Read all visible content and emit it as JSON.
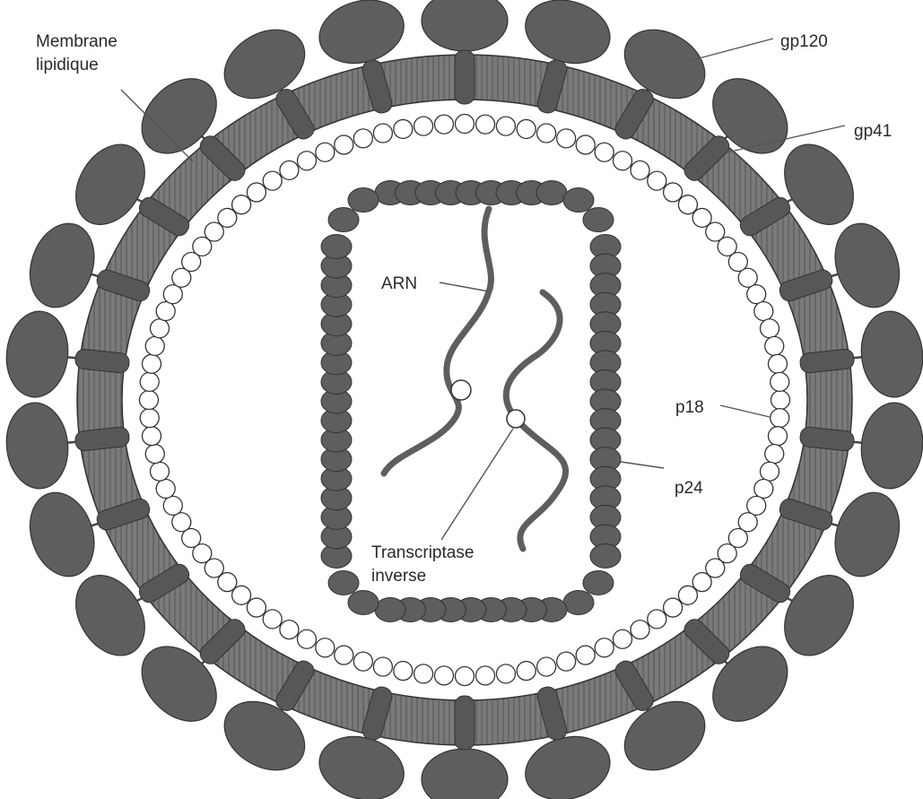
{
  "labels": {
    "membrane_line1": "Membrane",
    "membrane_line2": "lipidique",
    "gp120": "gp120",
    "gp41": "gp41",
    "arn": "ARN",
    "p18": "p18",
    "p24": "p24",
    "transcriptase_line1": "Transcriptase",
    "transcriptase_line2": "inverse"
  },
  "colors": {
    "dark_fill": "#5e5e5e",
    "membrane_fill": "#7a7a7a",
    "outline": "#333333",
    "open_circle_fill": "#ffffff",
    "background": "#ffffff"
  }
}
